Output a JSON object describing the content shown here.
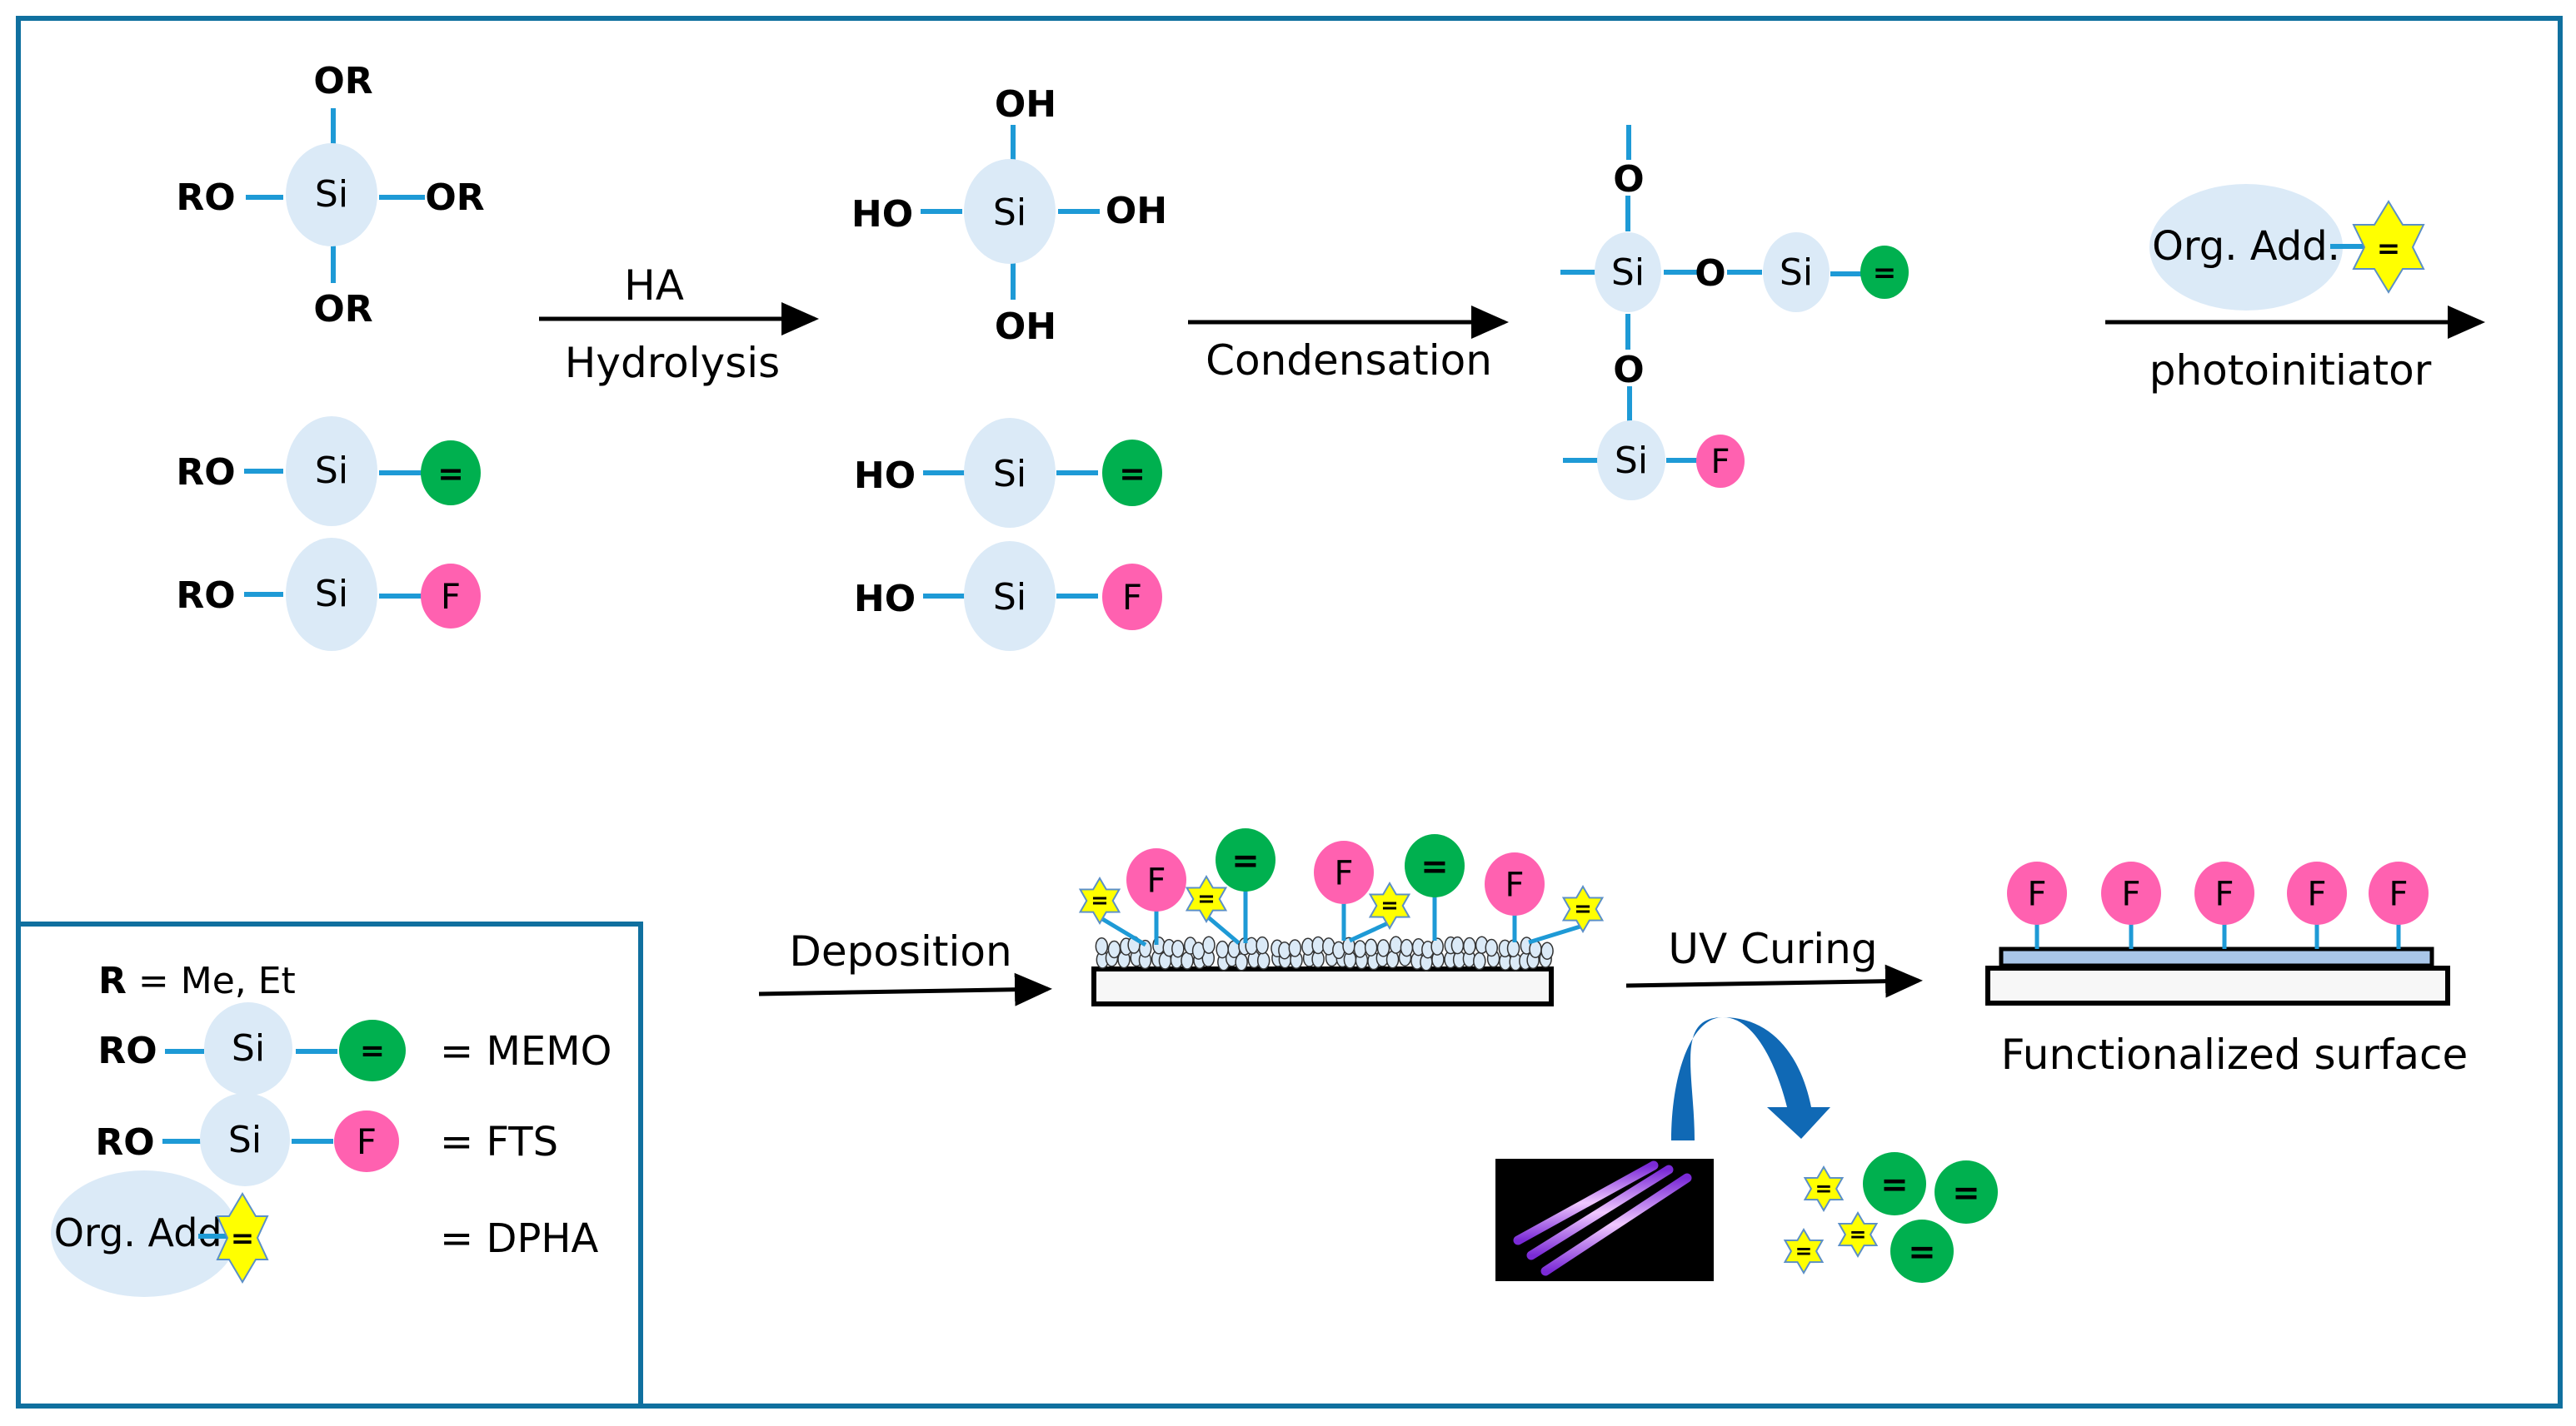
{
  "colors": {
    "frame": "#10709f",
    "bond": "#1e9ad6",
    "si_fill": "#dbeaf7",
    "methacrylate_fill": "#00b04f",
    "fluoro_fill": "#ff61b0",
    "dpha_fill": "#ffff00",
    "dpha_stroke": "#5b8fc7",
    "film_fill": "#a9c6e8",
    "substrate_fill": "#f7f7f7",
    "curve_arrow": "#1069b5",
    "lamp_bg": "#000000",
    "lamp_tube": "#b266ff"
  },
  "step1": {
    "reactant": {
      "center": "Si",
      "top": "OR",
      "left": "RO",
      "right": "OR",
      "bottom": "OR"
    },
    "memo_precursor": {
      "left": "RO",
      "center": "Si",
      "group": "="
    },
    "fts_precursor": {
      "left": "RO",
      "center": "Si",
      "group": "F"
    }
  },
  "arrow_hydrolysis": {
    "above": "HA",
    "below": "Hydrolysis"
  },
  "step2": {
    "silanol": {
      "center": "Si",
      "top": "OH",
      "left": "HO",
      "right": "OH",
      "bottom": "OH"
    },
    "memo_hydrolyzed": {
      "left": "HO",
      "center": "Si",
      "group": "="
    },
    "fts_hydrolyzed": {
      "left": "HO",
      "center": "Si",
      "group": "F"
    }
  },
  "arrow_condensation": {
    "below": "Condensation"
  },
  "step3": {
    "network": {
      "si_main": "Si",
      "o_top": "O",
      "o_right": "O",
      "o_bottom": "O",
      "si_memo": "Si",
      "memo_group": "=",
      "si_fts": "Si",
      "fts_group": "F"
    }
  },
  "arrow_photo": {
    "additive_label": "Org. Add.",
    "additive_group": "=",
    "below": "photoinitiator"
  },
  "legend": {
    "r_def_bold": "R",
    "r_def_rest": " = Me, Et",
    "items": [
      {
        "left": "RO",
        "center": "Si",
        "group": "=",
        "name": "= MEMO"
      },
      {
        "left": "RO",
        "center": "Si",
        "group": "F",
        "name": "= FTS"
      },
      {
        "center": "Org. Add.",
        "group": "=",
        "name": "= DPHA"
      }
    ]
  },
  "deposition": {
    "label": "Deposition",
    "groups": [
      {
        "type": "star",
        "symbol": "="
      },
      {
        "type": "fluoro",
        "symbol": "F"
      },
      {
        "type": "star",
        "symbol": "="
      },
      {
        "type": "methacrylate",
        "symbol": "="
      },
      {
        "type": "fluoro",
        "symbol": "F"
      },
      {
        "type": "star",
        "symbol": "="
      },
      {
        "type": "methacrylate",
        "symbol": "="
      },
      {
        "type": "fluoro",
        "symbol": "F"
      },
      {
        "type": "star",
        "symbol": "="
      }
    ]
  },
  "uv_curing": {
    "label": "UV Curing",
    "lamp": "uv-lamp-photo",
    "released": [
      {
        "type": "star",
        "symbol": "="
      },
      {
        "type": "star",
        "symbol": "="
      },
      {
        "type": "star",
        "symbol": "="
      },
      {
        "type": "methacrylate",
        "symbol": "="
      },
      {
        "type": "methacrylate",
        "symbol": "="
      },
      {
        "type": "methacrylate",
        "symbol": "="
      }
    ]
  },
  "final": {
    "label": "Functionalized surface",
    "groups": [
      "F",
      "F",
      "F",
      "F",
      "F"
    ]
  }
}
